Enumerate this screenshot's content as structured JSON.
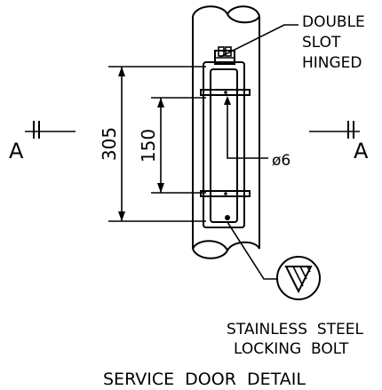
{
  "labels": {
    "hinge_line1": "DOUBLE",
    "hinge_line2": "SLOT",
    "hinge_line3": "HINGED",
    "section_left": "A",
    "section_right": "A",
    "dim_outer": "305",
    "dim_inner": "150",
    "rod_dia": "ø6",
    "bolt_line1": "STAINLESS  STEEL",
    "bolt_line2": "LOCKING  BOLT",
    "title": "SERVICE  DOOR  DETAIL"
  },
  "symbols": {
    "bolt_symbol": "triangle-hatched-in-circle",
    "section_marker": "section-cut-arrow"
  },
  "colors": {
    "ink": "#000000",
    "paper": "#ffffff"
  }
}
